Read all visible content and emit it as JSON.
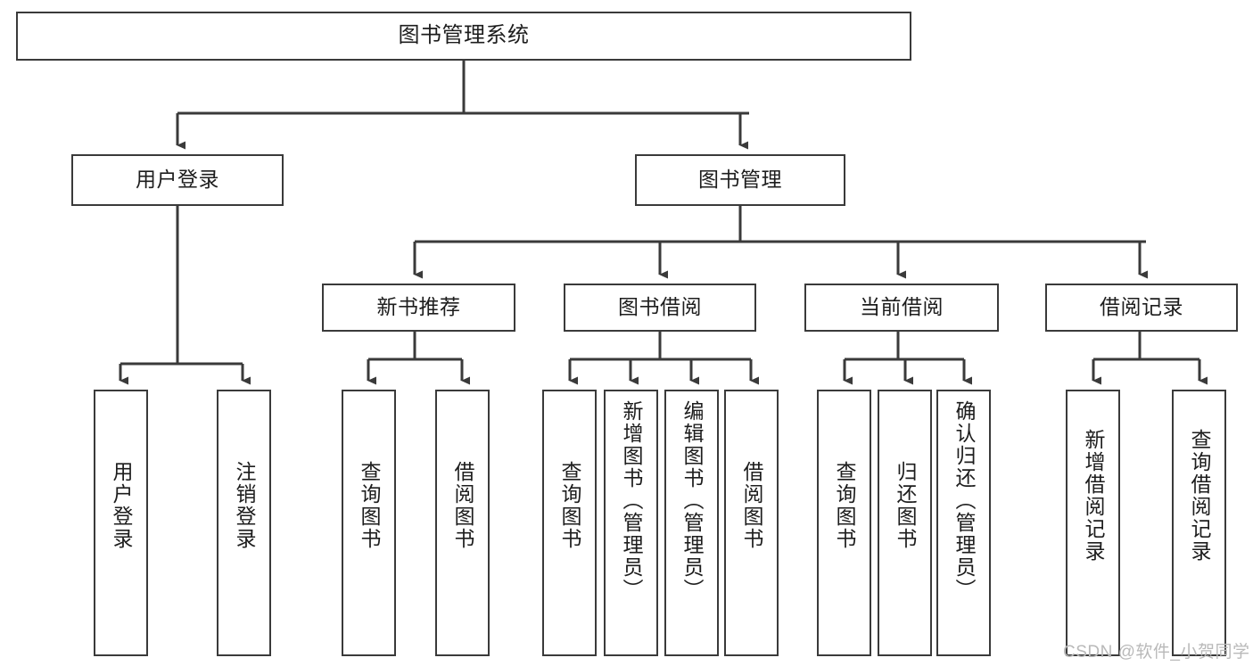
{
  "diagram": {
    "type": "hierarchy-tree",
    "title": "图书管理系统",
    "levels": 4,
    "orientation": "top-down",
    "line_color": "#3a3a3a",
    "box_fill": "#ffffff",
    "text_color": "#1d1d1d"
  },
  "nodes": {
    "root": {
      "label": "图书管理系统"
    },
    "level2": [
      {
        "id": "user-login",
        "label": "用户登录"
      },
      {
        "id": "book-management",
        "label": "图书管理"
      }
    ],
    "level3": [
      {
        "id": "new-book-recommend",
        "label": "新书推荐"
      },
      {
        "id": "book-borrow",
        "label": "图书借阅"
      },
      {
        "id": "current-borrow",
        "label": "当前借阅"
      },
      {
        "id": "borrow-record",
        "label": "借阅记录"
      }
    ],
    "leaves": [
      {
        "id": "leaf-user-login",
        "label": "用户登录",
        "parent": "user-login"
      },
      {
        "id": "leaf-logout-login",
        "label": "注销登录",
        "parent": "user-login"
      },
      {
        "id": "leaf-query-book-1",
        "label": "查询图书",
        "parent": "new-book-recommend"
      },
      {
        "id": "leaf-borrow-book-1",
        "label": "借阅图书",
        "parent": "new-book-recommend"
      },
      {
        "id": "leaf-query-book-2",
        "label": "查询图书",
        "parent": "book-borrow"
      },
      {
        "id": "leaf-add-book",
        "label": "新增图书（管理员）",
        "parent": "book-borrow"
      },
      {
        "id": "leaf-edit-book",
        "label": "编辑图书（管理员）",
        "parent": "book-borrow"
      },
      {
        "id": "leaf-borrow-book-2",
        "label": "借阅图书",
        "parent": "book-borrow"
      },
      {
        "id": "leaf-query-book-3",
        "label": "查询图书",
        "parent": "current-borrow"
      },
      {
        "id": "leaf-return-book",
        "label": "归还图书",
        "parent": "current-borrow"
      },
      {
        "id": "leaf-confirm-return",
        "label": "确认归还（管理员）",
        "parent": "current-borrow"
      },
      {
        "id": "leaf-add-record",
        "label": "新增借阅记录",
        "parent": "borrow-record"
      },
      {
        "id": "leaf-query-record",
        "label": "查询借阅记录",
        "parent": "borrow-record"
      }
    ]
  },
  "watermark": {
    "text": "CSDN @软件_小贺同学"
  }
}
